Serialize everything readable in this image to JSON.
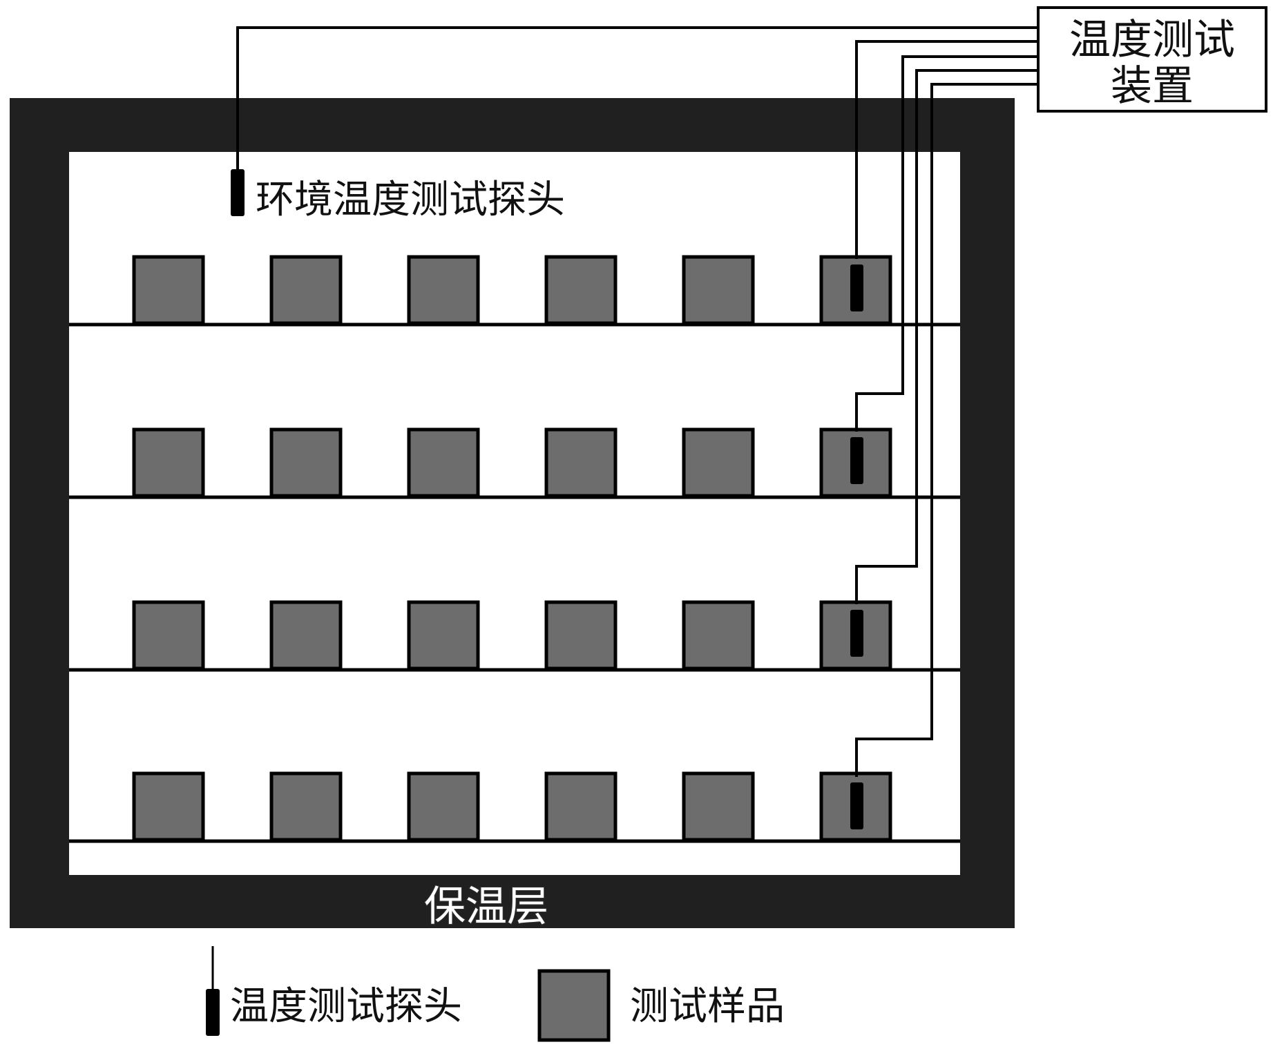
{
  "device": {
    "line1": "温度测试",
    "line2": "装置"
  },
  "labels": {
    "ambient_probe": "环境温度测试探头",
    "insulation": "保温层"
  },
  "legend": {
    "probe": "温度测试探头",
    "sample": "测试样品"
  },
  "layout": {
    "shelves": 4,
    "samples_per_shelf": 6,
    "probed_column": 6
  },
  "colors": {
    "insulation": "#202020",
    "sample_fill": "#6d6d6d",
    "probe": "#000000",
    "line": "#000000"
  }
}
